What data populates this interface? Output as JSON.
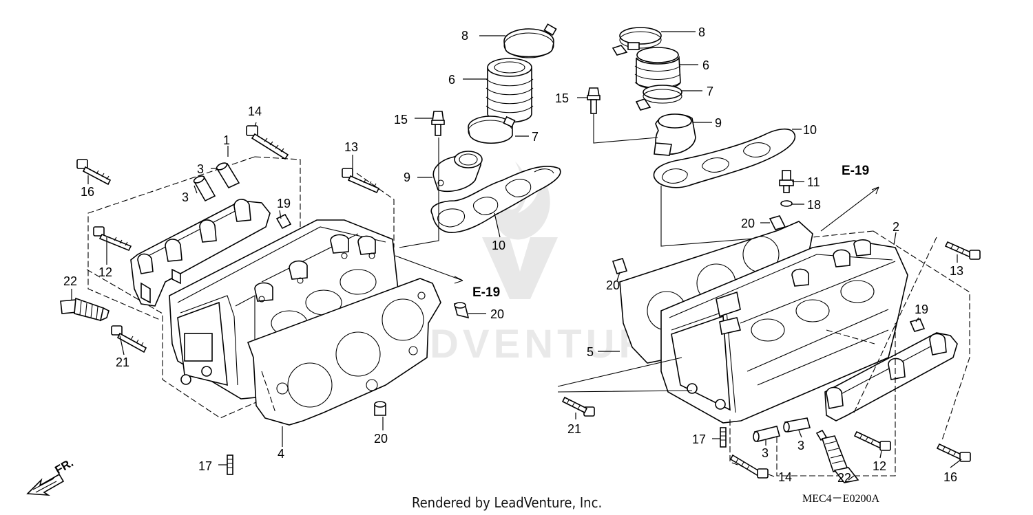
{
  "footer": {
    "rendered_by": "Rendered by LeadVenture, Inc.",
    "diagram_code": "MEC4－E0200A"
  },
  "watermark": {
    "text": "LEADVENTURE"
  },
  "direction_marker": {
    "label": "FR."
  },
  "reference_labels": {
    "left": "E-19",
    "right": "E-19"
  },
  "callouts": {
    "left": {
      "c1": "1",
      "c3a": "3",
      "c3b": "3",
      "c4": "4",
      "c6": "6",
      "c7": "7",
      "c8": "8",
      "c9": "9",
      "c10": "10",
      "c12": "12",
      "c13": "13",
      "c14": "14",
      "c15": "15",
      "c16": "16",
      "c17": "17",
      "c19": "19",
      "c20a": "20",
      "c20b": "20",
      "c21": "21",
      "c22": "22"
    },
    "right": {
      "c2": "2",
      "c3a": "3",
      "c3b": "3",
      "c5": "5",
      "c6": "6",
      "c7": "7",
      "c8": "8",
      "c9": "9",
      "c10": "10",
      "c11": "11",
      "c12": "12",
      "c13": "13",
      "c14": "14",
      "c15": "15",
      "c16": "16",
      "c17": "17",
      "c18": "18",
      "c19": "19",
      "c20a": "20",
      "c20b": "20",
      "c21": "21",
      "c22": "22"
    }
  }
}
